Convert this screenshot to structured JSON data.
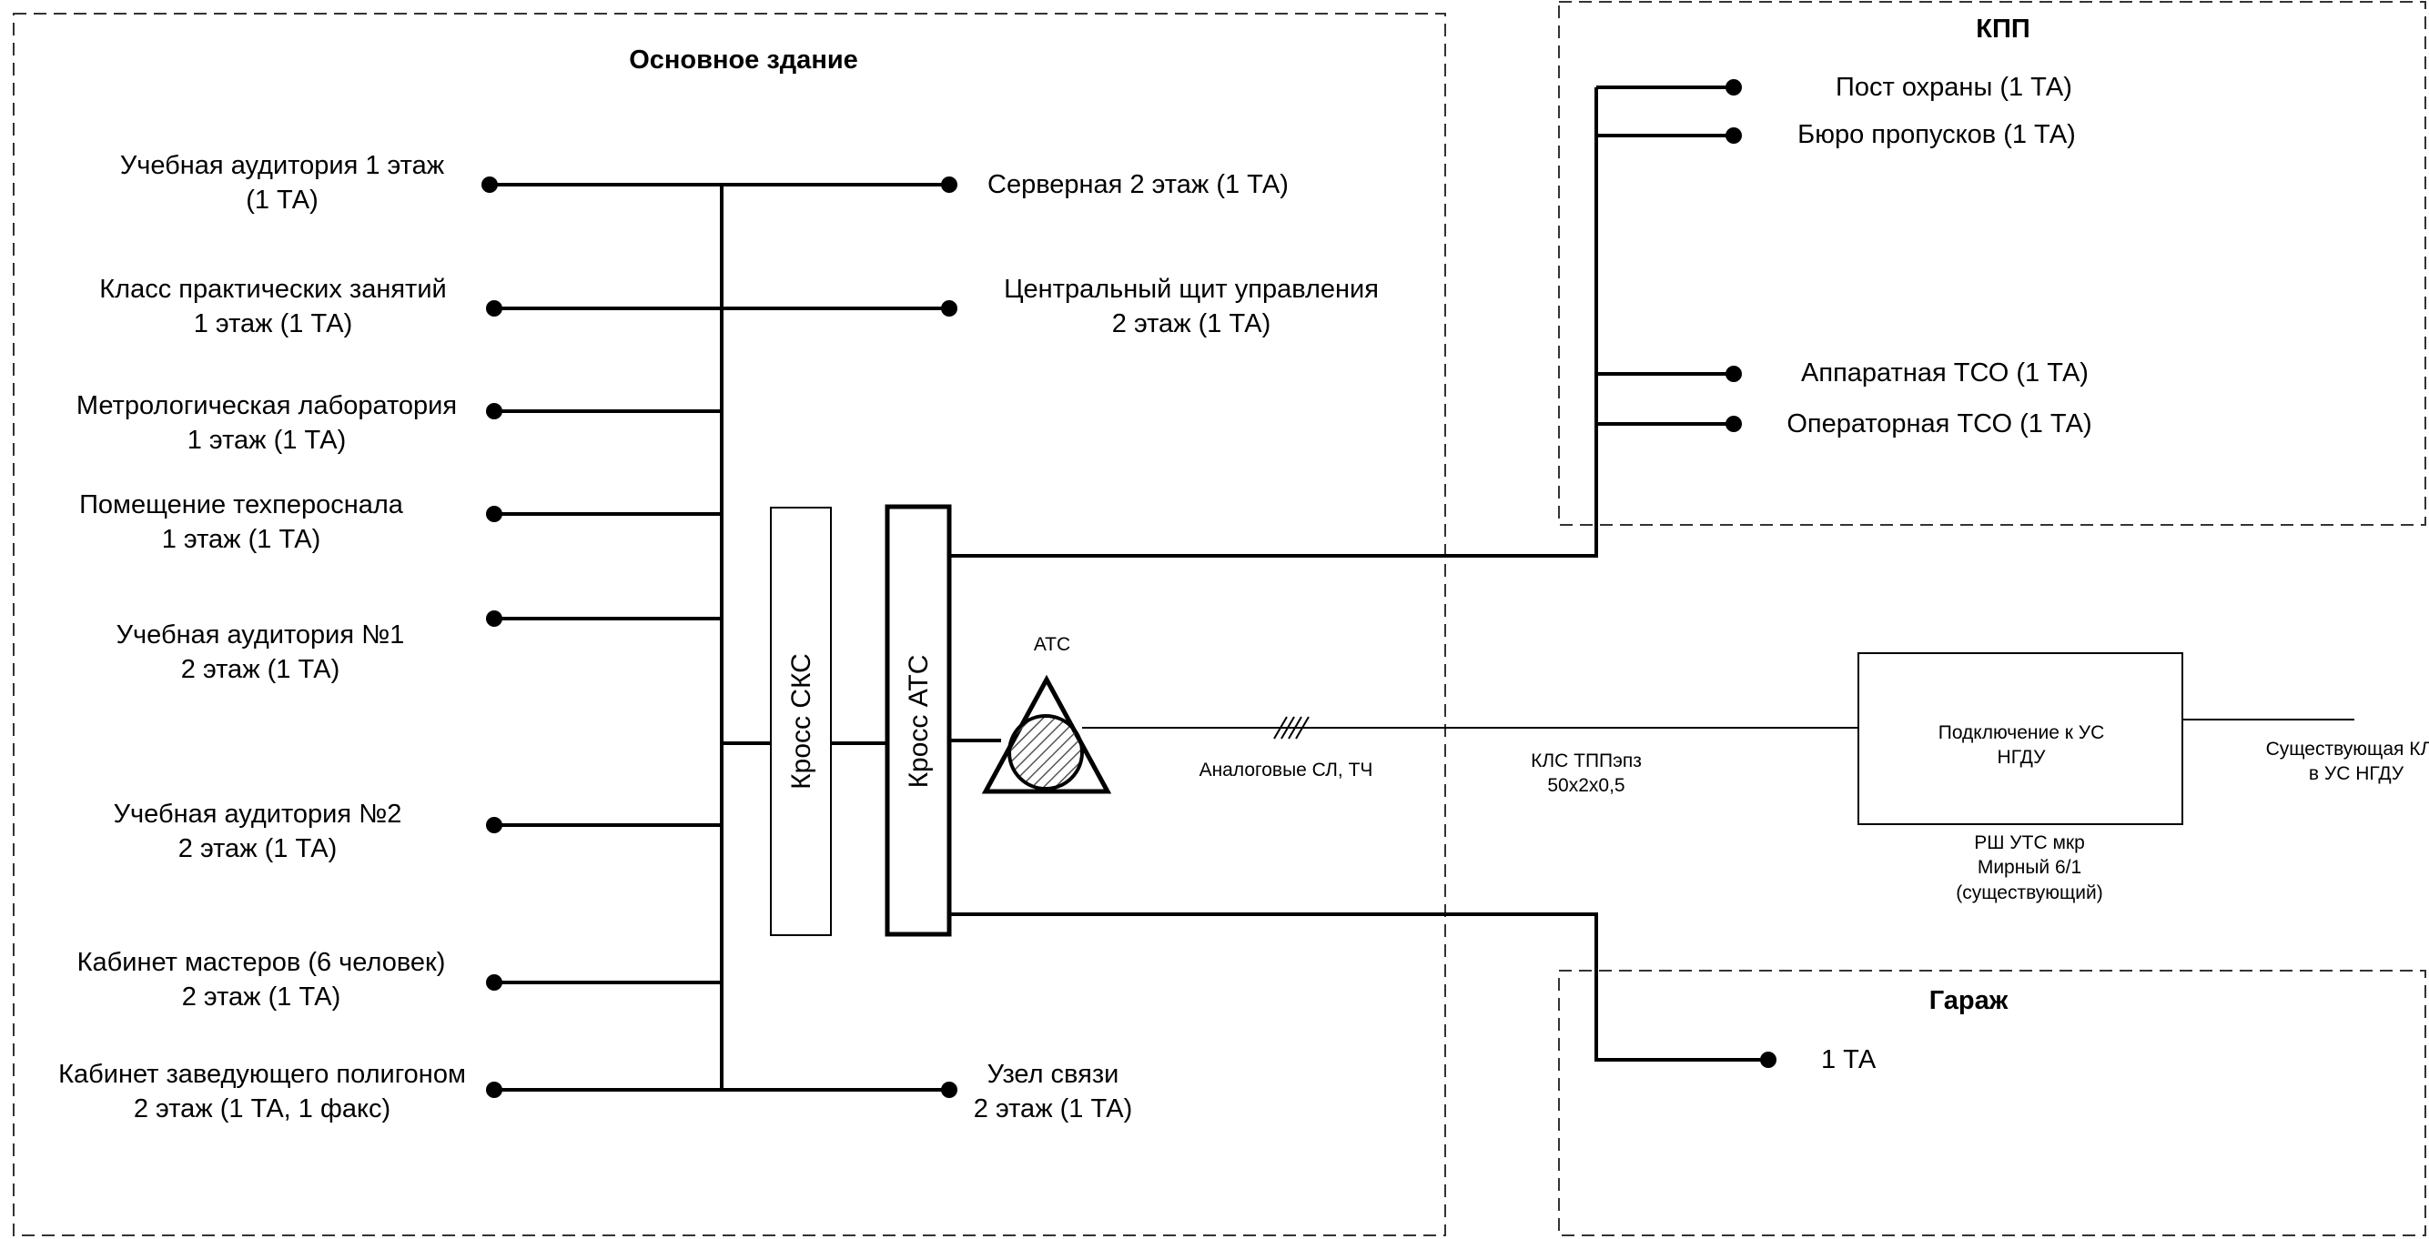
{
  "zones": {
    "main_building": "Основное здание",
    "kpp": "КПП",
    "garage": "Гараж"
  },
  "main_left": [
    "Учебная аудитория 1 этаж\n(1 ТА)",
    "Класс практических занятий\n1 этаж (1 ТА)",
    "Метрологическая лаборатория\n1 этаж (1 ТА)",
    "Помещение техпероснала\n1 этаж (1 ТА)",
    "Учебная аудитория №1\n2 этаж (1 ТА)",
    "Учебная аудитория №2\n2 этаж (1 ТА)",
    "Кабинет мастеров (6 человек)\n2 этаж (1 ТА)",
    "Кабинет заведующего полигоном\n2 этаж (1 ТА, 1 факс)"
  ],
  "main_right": [
    "Серверная 2 этаж (1 ТА)",
    "Центральный щит управления\n2 этаж (1 ТА)",
    "Узел связи\n2 этаж (1 ТА)"
  ],
  "cross_sks": "Кросс СКС",
  "cross_ats": "Кросс АТС",
  "ats_label": "АТС",
  "line_label": "Аналоговые СЛ, ТЧ",
  "kls_label": "КЛС ТППэпз\n50х2х0,5",
  "connection_box": "Подключение к УС\nНГДУ",
  "rsh_label": "РШ УТС мкр\nМирный 6/1\n(существующий)",
  "existing_kls": "Существующая КЛС\nв УС НГДУ",
  "kpp_items": [
    "Пост охраны (1 ТА)",
    "Бюро пропусков (1 ТА)",
    "Аппаратная ТСО (1 ТА)",
    "Операторная ТСО (1 ТА)"
  ],
  "garage_item": "1 ТА",
  "colors": {
    "line": "#000000",
    "hatch": "#555555",
    "background": "#ffffff"
  }
}
